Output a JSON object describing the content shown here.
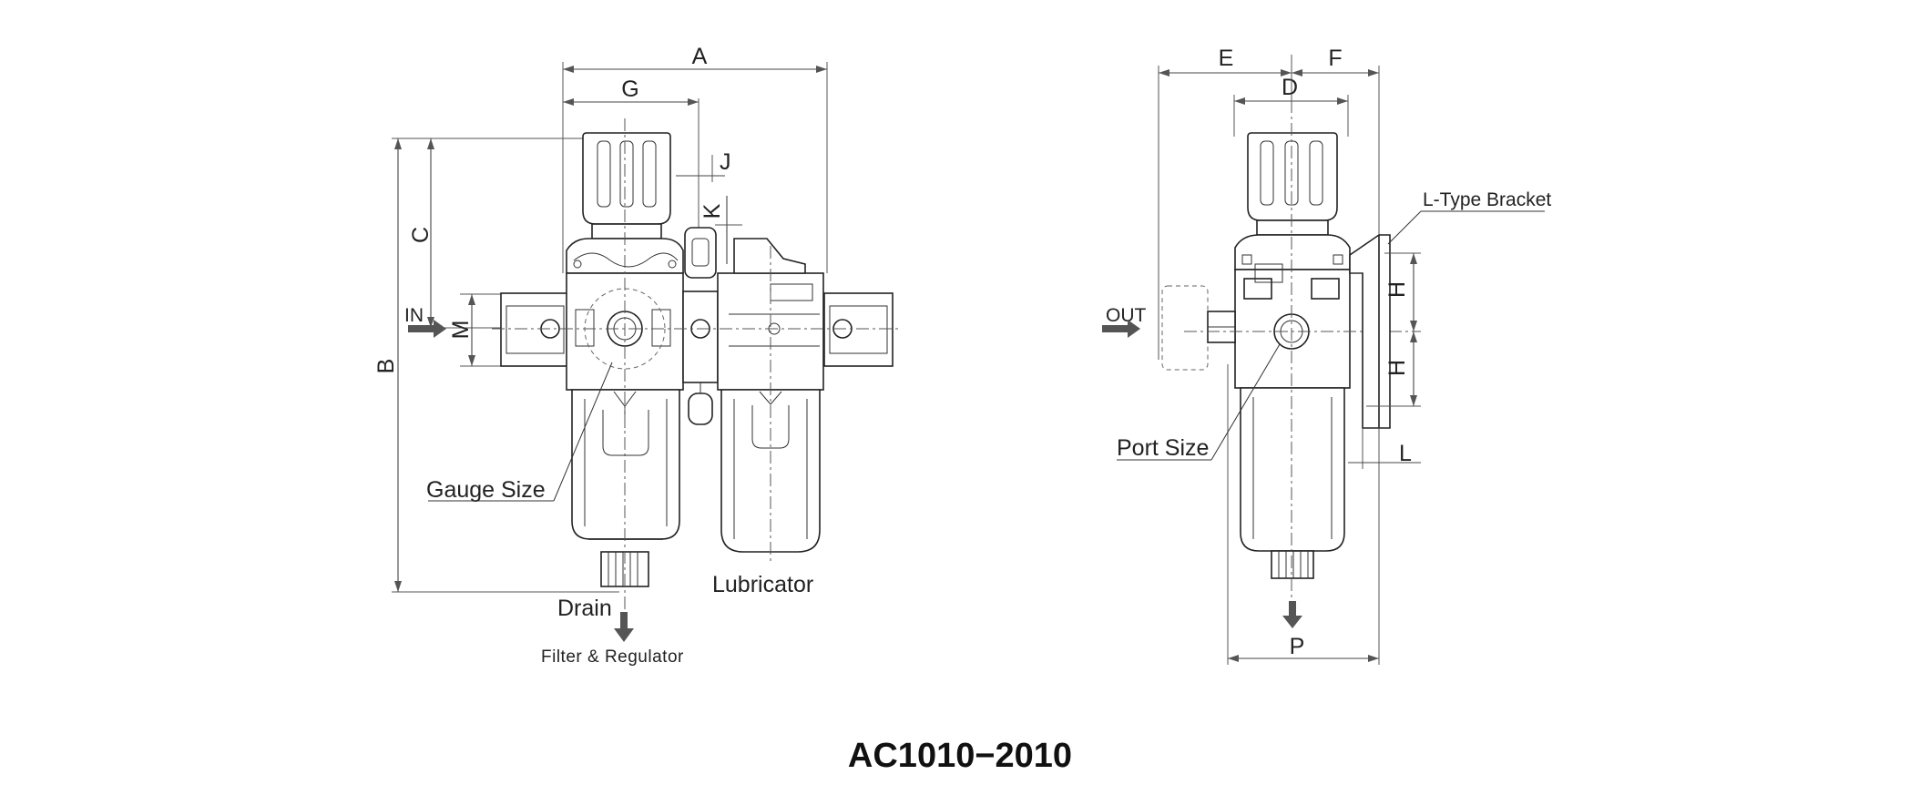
{
  "title": "AC1010−2010",
  "left_view": {
    "dimensions": {
      "A": "A",
      "G": "G",
      "J": "J",
      "K": "K",
      "C": "C",
      "B": "B",
      "M": "M"
    },
    "labels": {
      "in": "IN",
      "gauge_size": "Gauge Size",
      "drain": "Drain",
      "lubricator": "Lubricator",
      "filter_regulator": "Filter & Regulator"
    }
  },
  "right_view": {
    "dimensions": {
      "E": "E",
      "F": "F",
      "D": "D",
      "H1": "H",
      "H2": "H",
      "L": "L",
      "P": "P"
    },
    "labels": {
      "out": "OUT",
      "port_size": "Port Size",
      "bracket": "L-Type Bracket"
    }
  },
  "colors": {
    "line": "#222222",
    "arrow": "#555555",
    "background": "#ffffff"
  }
}
